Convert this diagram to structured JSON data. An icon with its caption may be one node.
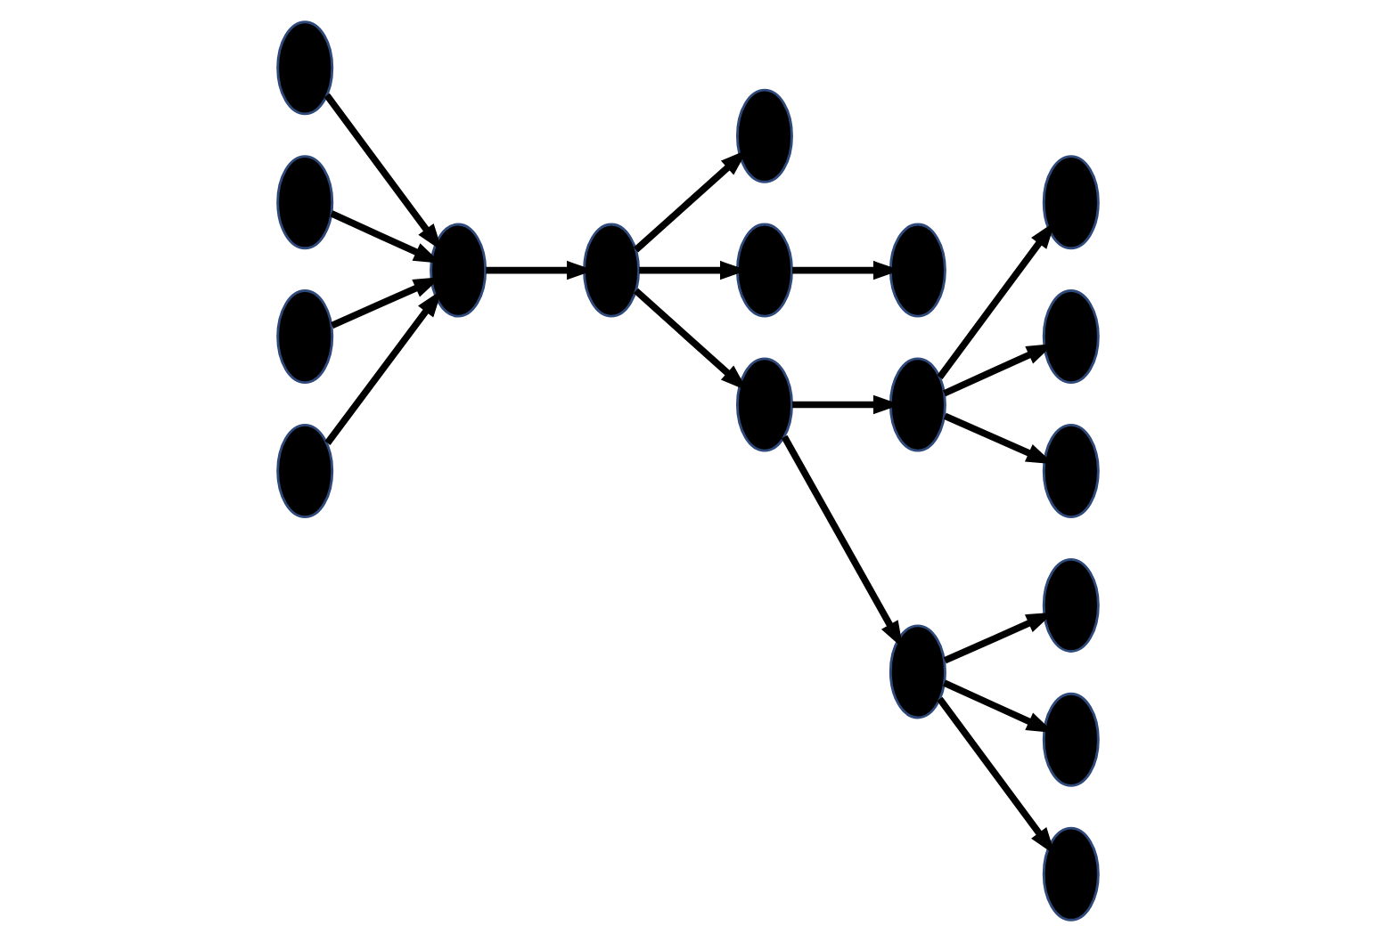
{
  "diagram": {
    "nodes": [
      {
        "text": [],
        "shape": "ellipse"
      },
      {
        "text": [],
        "shape": "ellipse"
      },
      {
        "text": [],
        "shape": "ellipse"
      },
      {
        "text": [],
        "shape": "ellipse"
      },
      {
        "text": [],
        "shape": "ellipse"
      },
      {
        "text": [],
        "shape": "ellipse"
      },
      {
        "text": [],
        "shape": "ellipse"
      },
      {
        "text": [],
        "shape": "ellipse"
      },
      {
        "text": [],
        "shape": "ellipse"
      },
      {
        "text": [],
        "shape": "ellipse"
      },
      {
        "text": [],
        "shape": "ellipse"
      },
      {
        "text": [],
        "shape": "ellipse"
      },
      {
        "text": [],
        "shape": "ellipse"
      },
      {
        "text": [],
        "shape": "ellipse"
      },
      {
        "text": [],
        "shape": "ellipse"
      },
      {
        "text": [],
        "shape": "ellipse"
      },
      {
        "text": [],
        "shape": "ellipse"
      },
      {
        "text": [],
        "shape": "ellipse"
      }
    ],
    "edges": [
      {
        "from": 0,
        "to": 4,
        "arrow": "to"
      },
      {
        "from": 1,
        "to": 4,
        "arrow": "to"
      },
      {
        "from": 2,
        "to": 4,
        "arrow": "to"
      },
      {
        "from": 3,
        "to": 4,
        "arrow": "to"
      },
      {
        "from": 4,
        "to": 5,
        "arrow": "to"
      },
      {
        "from": 5,
        "to": 6,
        "arrow": "to"
      },
      {
        "from": 5,
        "to": 7,
        "arrow": "to"
      },
      {
        "from": 7,
        "to": 8,
        "arrow": "to"
      },
      {
        "from": 5,
        "to": 9,
        "arrow": "to"
      },
      {
        "from": 9,
        "to": 10,
        "arrow": "to"
      },
      {
        "from": 9,
        "to": 14,
        "arrow": "to"
      },
      {
        "from": 14,
        "to": 11,
        "arrow": "to"
      },
      {
        "from": 14,
        "to": 12,
        "arrow": "to"
      },
      {
        "from": 14,
        "to": 13,
        "arrow": "to"
      },
      {
        "from": 10,
        "to": 15,
        "arrow": "to"
      },
      {
        "from": 10,
        "to": 16,
        "arrow": "to"
      },
      {
        "from": 10,
        "to": 17,
        "arrow": "to"
      }
    ]
  }
}
